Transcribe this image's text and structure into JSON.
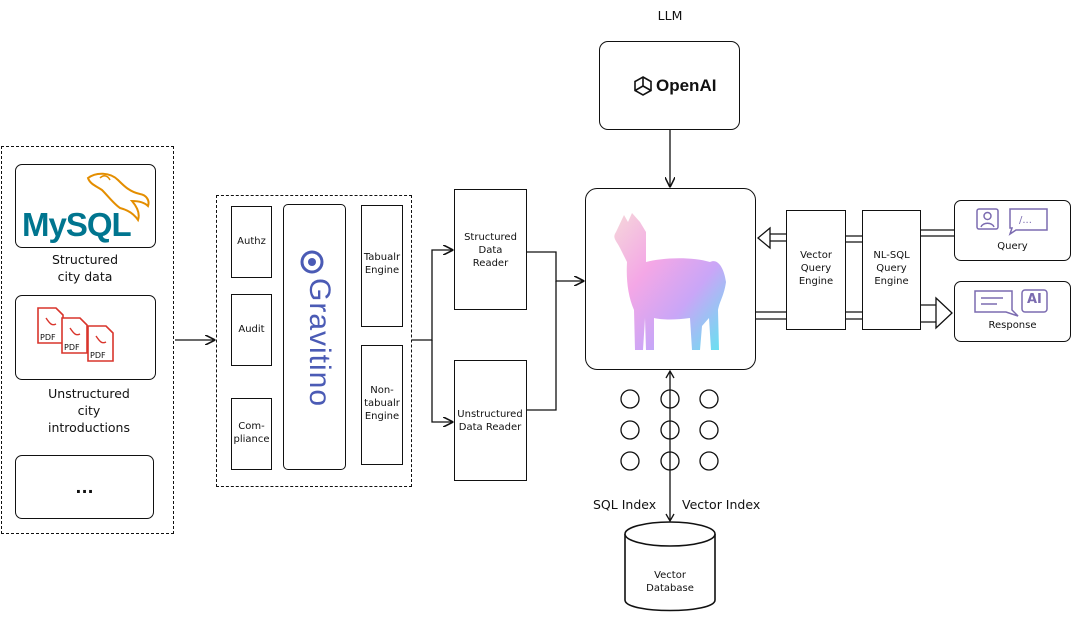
{
  "llm_label": "LLM",
  "openai_label": "OpenAI",
  "sources": {
    "mysql_logo": "MySQL",
    "mysql_caption": "Structured\ncity data",
    "pdf_caption": "Unstructured\ncity\nintroductions",
    "pdf_icon_text": "PDF",
    "more_label": "..."
  },
  "gravitino": {
    "brand": "Gravitino",
    "authz": "Authz",
    "audit": "Audit",
    "compliance": "Com-\npliance",
    "tabular": "Tabualr\nEngine",
    "non_tabular": "Non-\ntabualr\nEngine"
  },
  "readers": {
    "structured": "Structured\nData\nReader",
    "unstructured": "Unstructured\nData Reader"
  },
  "engines": {
    "vector": "Vector\nQuery\nEngine",
    "nlsql": "NL-SQL\nQuery\nEngine"
  },
  "query_label": "Query",
  "response_label": "Response",
  "response_ai": "AI",
  "index": {
    "sql": "SQL Index",
    "vector": "Vector Index"
  },
  "vector_db": "Vector\nDatabase",
  "colors": {
    "mysql_blue": "#00758F",
    "mysql_orange": "#E48E00",
    "pdf_red": "#D9352C",
    "gravitino_indigo": "#4B5BB5",
    "icon_purple": "#7B6BB0"
  }
}
